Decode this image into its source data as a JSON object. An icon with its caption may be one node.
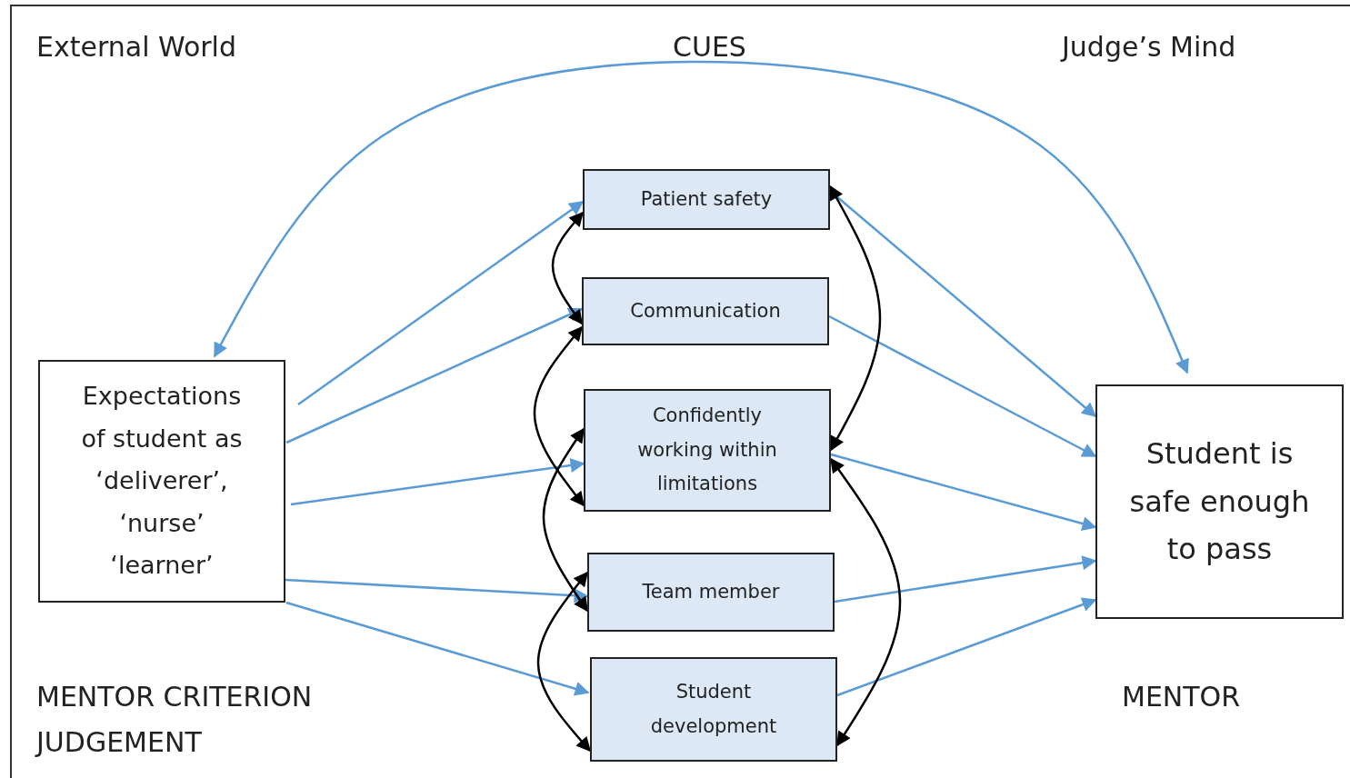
{
  "diagram": {
    "nodes": [
      {
        "text": [
          "Expectations of student as ‘deliverer’, ‘nurse’ ‘learner’"
        ]
      },
      {
        "text": [
          "Patient safety"
        ]
      },
      {
        "text": [
          "Communication"
        ]
      },
      {
        "text": [
          "Confidently working within limitations"
        ]
      },
      {
        "text": [
          "Team member"
        ]
      },
      {
        "text": [
          "Student development"
        ]
      },
      {
        "text": [
          "Student is safe enough to pass"
        ]
      }
    ],
    "edges": [
      {
        "from": 0,
        "to": 6,
        "arrow": "both"
      },
      {
        "from": 0,
        "to": 1,
        "arrow": "to"
      },
      {
        "from": 0,
        "to": 2,
        "arrow": "to"
      },
      {
        "from": 0,
        "to": 3,
        "arrow": "to"
      },
      {
        "from": 0,
        "to": 4,
        "arrow": "to"
      },
      {
        "from": 0,
        "to": 5,
        "arrow": "to"
      },
      {
        "from": 1,
        "to": 6,
        "arrow": "to"
      },
      {
        "from": 2,
        "to": 6,
        "arrow": "to"
      },
      {
        "from": 3,
        "to": 6,
        "arrow": "to"
      },
      {
        "from": 4,
        "to": 6,
        "arrow": "to"
      },
      {
        "from": 5,
        "to": 6,
        "arrow": "to"
      },
      {
        "from": 1,
        "to": 2,
        "arrow": "both",
        "color": "#000000"
      },
      {
        "from": 2,
        "to": 3,
        "arrow": "both",
        "color": "#000000"
      },
      {
        "from": 3,
        "to": 4,
        "arrow": "both",
        "color": "#000000"
      },
      {
        "from": 4,
        "to": 5,
        "arrow": "both",
        "color": "#000000"
      },
      {
        "from": 1,
        "to": 3,
        "arrow": "both",
        "color": "#000000"
      },
      {
        "from": 3,
        "to": 5,
        "arrow": "both",
        "color": "#000000"
      }
    ],
    "labels": [
      "External World",
      "CUES",
      "Judge’s Mind",
      "MENTOR CRITERION JUDGEMENT",
      "MENTOR"
    ]
  }
}
